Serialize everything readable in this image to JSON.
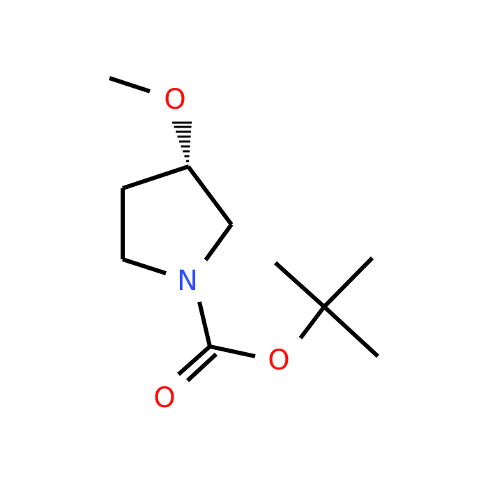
{
  "colors": {
    "background": "#ffffff",
    "bond": "#000000",
    "oxygen": "#ff0d0d",
    "nitrogen": "#3050f8"
  },
  "atoms": {
    "o_methoxy": "O",
    "nitrogen": "N",
    "o_ester": "O",
    "o_carbonyl": "O"
  }
}
